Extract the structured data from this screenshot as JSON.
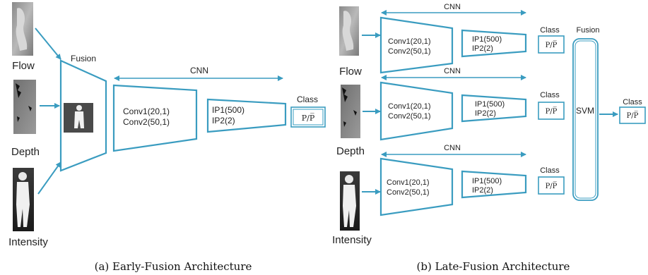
{
  "colors": {
    "accent": "#3a9cc0",
    "text": "#222222"
  },
  "early": {
    "inputs": [
      "Flow",
      "Depth",
      "Intensity"
    ],
    "fusion_label": "Fusion",
    "cnn_label": "CNN",
    "conv": [
      "Conv1(20,1)",
      "Conv2(50,1)"
    ],
    "ip": [
      "IP1(500)",
      "IP2(2)"
    ],
    "class_label": "Class",
    "class_value": "P/P̅",
    "caption": "(a) Early-Fusion Architecture"
  },
  "late": {
    "inputs": [
      "Flow",
      "Depth",
      "Intensity"
    ],
    "cnn_label": "CNN",
    "conv": [
      "Conv1(20,1)",
      "Conv2(50,1)"
    ],
    "ip": [
      "IP1(500)",
      "IP2(2)"
    ],
    "class_label": "Class",
    "class_value": "P/P̅",
    "fusion_label": "Fusion",
    "svm_label": "SVM",
    "final_class_label": "Class",
    "final_class_value": "P/P̅",
    "caption": "(b) Late-Fusion Architecture"
  }
}
